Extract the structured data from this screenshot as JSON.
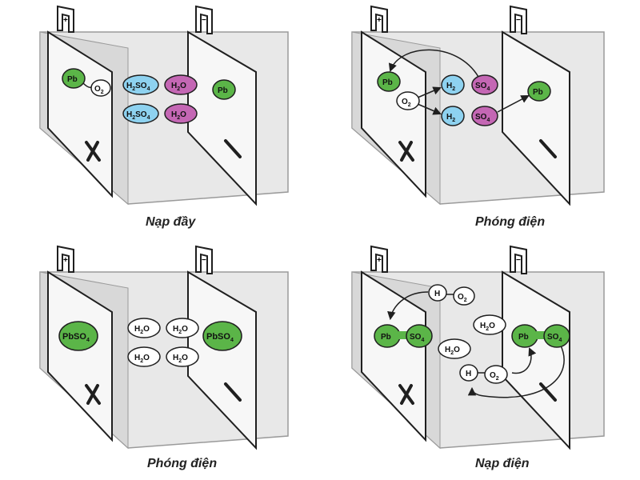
{
  "colors": {
    "pb_green": "#5bb548",
    "h2so4_blue": "#8ed2f0",
    "h2o_purple": "#c467b4",
    "white": "#ffffff",
    "box_gray": "#e6e6e6",
    "plate_gray": "#f5f5f5",
    "stroke": "#1f1f1f"
  },
  "panels": [
    {
      "caption": "Nạp đầy",
      "plus_sign": "+",
      "minus_sign": "−",
      "molecules": {
        "pb_left": "Pb",
        "o2": "O",
        "o2_sub": "2",
        "h2so4_1": {
          "main": "H",
          "sub1": "2",
          "mid": "SO",
          "sub2": "4"
        },
        "h2so4_2": {
          "main": "H",
          "sub1": "2",
          "mid": "SO",
          "sub2": "4"
        },
        "h2o_1": {
          "main": "H",
          "sub": "2",
          "end": "O"
        },
        "h2o_2": {
          "main": "H",
          "sub": "2",
          "end": "O"
        },
        "pb_right": "Pb"
      }
    },
    {
      "caption": "Phóng điện",
      "plus_sign": "+",
      "minus_sign": "−",
      "molecules": {
        "pb_left": "Pb",
        "o2": "O",
        "o2_sub": "2",
        "h2_1": {
          "main": "H",
          "sub": "2"
        },
        "h2_2": {
          "main": "H",
          "sub": "2"
        },
        "so4_1": {
          "main": "SO",
          "sub": "4"
        },
        "so4_2": {
          "main": "SO",
          "sub": "4"
        },
        "pb_right": "Pb"
      }
    },
    {
      "caption": "Phóng điện",
      "plus_sign": "+",
      "minus_sign": "−",
      "molecules": {
        "pbso4_left": {
          "main": "PbSO",
          "sub": "4"
        },
        "pbso4_right": {
          "main": "PbSO",
          "sub": "4"
        },
        "h2o_1": {
          "main": "H",
          "sub": "2",
          "end": "O"
        },
        "h2o_2": {
          "main": "H",
          "sub": "2",
          "end": "O"
        },
        "h2o_3": {
          "main": "H",
          "sub": "2",
          "end": "O"
        },
        "h2o_4": {
          "main": "H",
          "sub": "2",
          "end": "O"
        }
      }
    },
    {
      "caption": "Nạp điện",
      "plus_sign": "+",
      "minus_sign": "−",
      "molecules": {
        "pb_left": "Pb",
        "so4_left": {
          "main": "SO",
          "sub": "4"
        },
        "h_top": "H",
        "o2_top": {
          "main": "O",
          "sub": "2"
        },
        "h2o_1": {
          "main": "H",
          "sub": "2",
          "end": "O"
        },
        "h2o_2": {
          "main": "H",
          "sub": "2",
          "end": "O"
        },
        "pb_right": "Pb",
        "so4_right": {
          "main": "SO",
          "sub": "4"
        },
        "h_bottom": "H",
        "o2_bottom": {
          "main": "O",
          "sub": "2"
        }
      }
    }
  ]
}
